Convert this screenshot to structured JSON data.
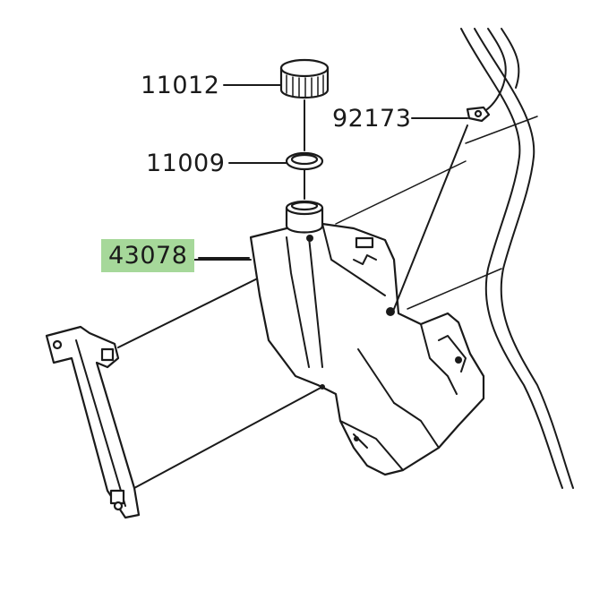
{
  "diagram": {
    "callouts": [
      {
        "id": "cap",
        "label": "11012",
        "highlighted": false
      },
      {
        "id": "gasket",
        "label": "11009",
        "highlighted": false
      },
      {
        "id": "clip",
        "label": "92173",
        "highlighted": false
      },
      {
        "id": "reservoir",
        "label": "43078",
        "highlighted": true
      }
    ],
    "highlight_color": "#a6d89a",
    "line_color": "#1a1a1a"
  }
}
